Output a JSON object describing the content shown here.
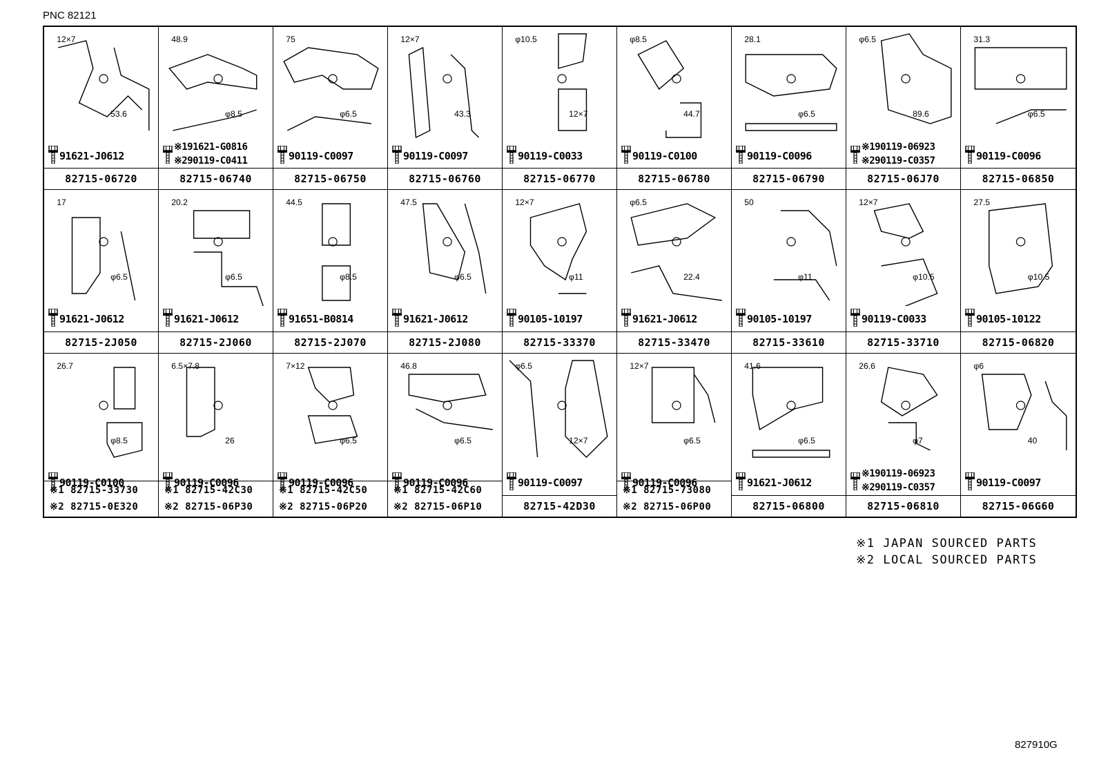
{
  "header": {
    "pnc": "PNC 82121"
  },
  "footer": {
    "figure_code": "827910G"
  },
  "notes": [
    "※1 JAPAN SOURCED PARTS",
    "※2 LOCAL SOURCED PARTS"
  ],
  "cells": [
    {
      "dims": [
        "12×7",
        "53.6"
      ],
      "bolts": [
        "91621-J0612"
      ],
      "parts": [
        "82715-06720"
      ]
    },
    {
      "dims": [
        "48.9",
        "φ8.5"
      ],
      "bolts": [
        "※191621-G0816",
        "※290119-C0411"
      ],
      "parts": [
        "82715-06740"
      ]
    },
    {
      "dims": [
        "75",
        "φ6.5"
      ],
      "bolts": [
        "90119-C0097"
      ],
      "parts": [
        "82715-06750"
      ]
    },
    {
      "dims": [
        "12×7",
        "43.3"
      ],
      "bolts": [
        "90119-C0097"
      ],
      "parts": [
        "82715-06760"
      ]
    },
    {
      "dims": [
        "φ10.5",
        "12×7"
      ],
      "bolts": [
        "90119-C0033"
      ],
      "parts": [
        "82715-06770"
      ]
    },
    {
      "dims": [
        "φ8.5",
        "44.7"
      ],
      "bolts": [
        "90119-C0100"
      ],
      "parts": [
        "82715-06780"
      ]
    },
    {
      "dims": [
        "28.1",
        "φ6.5"
      ],
      "bolts": [
        "90119-C0096"
      ],
      "parts": [
        "82715-06790"
      ]
    },
    {
      "dims": [
        "φ6.5",
        "89.6"
      ],
      "bolts": [
        "※190119-06923",
        "※290119-C0357"
      ],
      "parts": [
        "82715-06J70"
      ]
    },
    {
      "dims": [
        "31.3",
        "φ6.5"
      ],
      "bolts": [
        "90119-C0096"
      ],
      "parts": [
        "82715-06850"
      ]
    },
    {
      "dims": [
        "17",
        "φ6.5"
      ],
      "bolts": [
        "91621-J0612"
      ],
      "parts": [
        "82715-2J050"
      ]
    },
    {
      "dims": [
        "20.2",
        "φ6.5"
      ],
      "bolts": [
        "91621-J0612"
      ],
      "parts": [
        "82715-2J060"
      ]
    },
    {
      "dims": [
        "44.5",
        "φ8.5"
      ],
      "bolts": [
        "91651-B0814"
      ],
      "parts": [
        "82715-2J070"
      ]
    },
    {
      "dims": [
        "47.5",
        "φ6.5"
      ],
      "bolts": [
        "91621-J0612"
      ],
      "parts": [
        "82715-2J080"
      ]
    },
    {
      "dims": [
        "12×7",
        "φ11"
      ],
      "bolts": [
        "90105-10197"
      ],
      "parts": [
        "82715-33370"
      ]
    },
    {
      "dims": [
        "φ6.5",
        "22.4"
      ],
      "bolts": [
        "91621-J0612"
      ],
      "parts": [
        "82715-33470"
      ]
    },
    {
      "dims": [
        "50",
        "φ11"
      ],
      "bolts": [
        "90105-10197"
      ],
      "parts": [
        "82715-33610"
      ]
    },
    {
      "dims": [
        "12×7",
        "φ10.5"
      ],
      "bolts": [
        "90119-C0033"
      ],
      "parts": [
        "82715-33710"
      ]
    },
    {
      "dims": [
        "27.5",
        "φ10.5"
      ],
      "bolts": [
        "90105-10122"
      ],
      "parts": [
        "82715-06820"
      ]
    },
    {
      "dims": [
        "26.7",
        "φ8.5"
      ],
      "bolts": [
        "90119-C0100"
      ],
      "parts": [
        "※1 82715-33730",
        "※2 82715-0E320"
      ]
    },
    {
      "dims": [
        "6.5×7.8",
        "26"
      ],
      "bolts": [
        "90119-C0096"
      ],
      "parts": [
        "※1 82715-42C30",
        "※2 82715-06P30"
      ]
    },
    {
      "dims": [
        "7×12",
        "φ6.5"
      ],
      "bolts": [
        "90119-C0096"
      ],
      "parts": [
        "※1 82715-42C50",
        "※2 82715-06P20"
      ]
    },
    {
      "dims": [
        "46.8",
        "φ6.5"
      ],
      "bolts": [
        "90119-C0096"
      ],
      "parts": [
        "※1 82715-42C60",
        "※2 82715-06P10"
      ]
    },
    {
      "dims": [
        "φ6.5",
        "12×7"
      ],
      "bolts": [
        "90119-C0097"
      ],
      "parts": [
        "82715-42D30"
      ]
    },
    {
      "dims": [
        "12×7",
        "φ6.5"
      ],
      "bolts": [
        "90119-C0096"
      ],
      "parts": [
        "※1 82715-73080",
        "※2 82715-06P00"
      ]
    },
    {
      "dims": [
        "41.6",
        "φ6.5"
      ],
      "bolts": [
        "91621-J0612"
      ],
      "parts": [
        "82715-06800"
      ]
    },
    {
      "dims": [
        "26.6",
        "φ7"
      ],
      "bolts": [
        "※190119-06923",
        "※290119-C0357"
      ],
      "parts": [
        "82715-06810"
      ]
    },
    {
      "dims": [
        "φ6",
        "40"
      ],
      "bolts": [
        "90119-C0097"
      ],
      "parts": [
        "82715-06G60"
      ]
    }
  ]
}
